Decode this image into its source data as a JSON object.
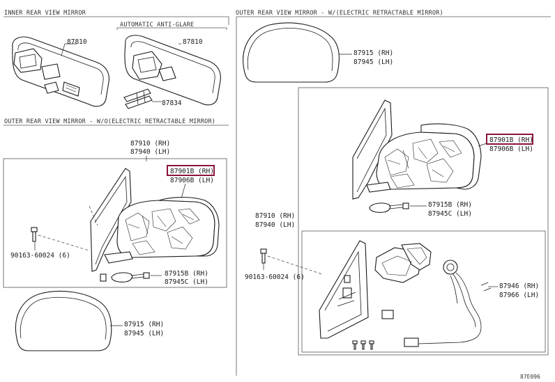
{
  "sections": {
    "inner": "INNER REAR VIEW MIRROR",
    "auto_anti_glare": "AUTOMATIC ANTI-GLARE",
    "outer_w_o": "OUTER REAR VIEW MIRROR - W/O(ELECTRIC RETRACTABLE MIRROR)",
    "outer_w": "OUTER REAR VIEW MIRROR - W/(ELECTRIC RETRACTABLE MIRROR)"
  },
  "labels": {
    "p87810_a": "87810",
    "p87810_b": "87810",
    "p87834": "87834",
    "left_87910": "87910 (RH)",
    "left_87940": "87940 (LH)",
    "left_87901b": "87901B (RH)",
    "left_87906b": "87906B (LH)",
    "left_90163": "90163-60024 (6)",
    "left_87915b": "87915B (RH)",
    "left_87945c": "87945C (LH)",
    "left_87915": "87915 (RH)",
    "left_87945": "87945 (LH)",
    "right_87915": "87915 (RH)",
    "right_87945": "87945 (LH)",
    "right_87901b": "87901B (RH)",
    "right_87906b": "87906B (LH)",
    "right_87915b": "87915B (RH)",
    "right_87945c": "87945C (LH)",
    "right_87910": "87910 (RH)",
    "right_87940": "87940 (LH)",
    "right_90163": "90163-60024 (6)",
    "right_87946": "87946 (RH)",
    "right_87966": "87966 (LH)",
    "code": "87E096"
  },
  "colors": {
    "highlight": "#8a1538",
    "line": "#1a1a1a"
  }
}
